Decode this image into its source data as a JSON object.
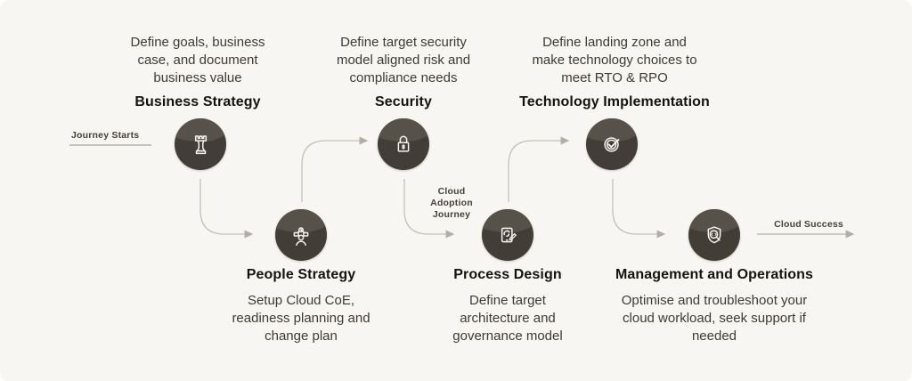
{
  "diagram": {
    "journey_start_label": "Journey Starts",
    "journey_middle_label": "Cloud Adoption Journey",
    "journey_end_label": "Cloud Success",
    "stages": [
      {
        "id": "business-strategy",
        "title": "Business Strategy",
        "description": "Define goals, business case, and document business value",
        "icon": "chess-rook-icon",
        "row": "top"
      },
      {
        "id": "people-strategy",
        "title": "People Strategy",
        "description": "Setup Cloud CoE, readiness planning and change plan",
        "icon": "people-presentation-icon",
        "row": "bottom"
      },
      {
        "id": "security",
        "title": "Security",
        "description": "Define target security model aligned risk and compliance needs",
        "icon": "padlock-icon",
        "row": "top"
      },
      {
        "id": "process-design",
        "title": "Process Design",
        "description": "Define target architecture and governance model",
        "icon": "tablet-pencil-icon",
        "row": "bottom"
      },
      {
        "id": "technology-implementation",
        "title": "Technology Implementation",
        "description": "Define landing zone and make technology choices to meet RTO & RPO",
        "icon": "check-circle-icon",
        "row": "top"
      },
      {
        "id": "management-operations",
        "title": "Management and Operations",
        "description": "Optimise and troubleshoot your cloud workload, seek support if needed",
        "icon": "shield-search-icon",
        "row": "bottom"
      }
    ]
  },
  "colors": {
    "background": "#f8f6f2",
    "circle": "#423e37",
    "circle_highlight": "#575249",
    "icon_stroke": "#f5f3ee",
    "heading_text": "#15130e",
    "body_text": "#3e3a33",
    "connector_line": "#c3bfb7",
    "arrowhead": "#b2aea6"
  }
}
